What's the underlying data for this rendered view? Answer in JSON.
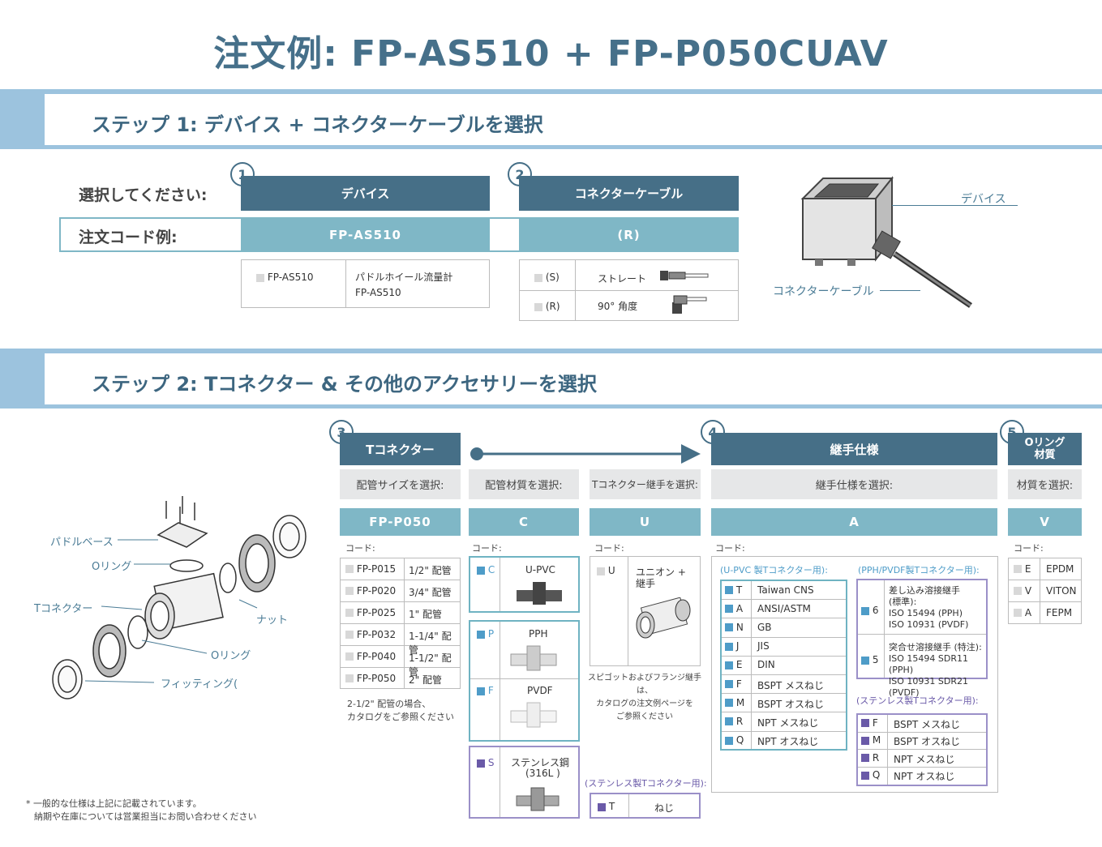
{
  "title": "注文例: FP-AS510 + FP-P050CUAV",
  "step1": {
    "heading": "ステップ 1: デバイス + コネクターケーブルを選択",
    "select_label": "選択してください:",
    "code_label": "注文コード例:",
    "col1": {
      "num": "1",
      "header": "デバイス",
      "code": "FP-AS510",
      "options": [
        {
          "code": "FP-AS510",
          "desc1": "パドルホイール流量計",
          "desc2": "FP-AS510"
        }
      ]
    },
    "col2": {
      "num": "2",
      "header": "コネクターケーブル",
      "code": "(R)",
      "options": [
        {
          "code": "(S)",
          "desc": "ストレート"
        },
        {
          "code": "(R)",
          "desc": "90° 角度"
        }
      ]
    },
    "image_labels": {
      "device": "デバイス",
      "cable": "コネクターケーブル"
    }
  },
  "step2": {
    "heading": "ステップ 2: Tコネクター & その他のアクセサリーを選択",
    "exploded_labels": {
      "paddle_base": "パドルベース",
      "oring1": "Oリング",
      "tconnector": "Tコネクター",
      "nut": "ナット",
      "oring2": "Oリング",
      "fitting": "フィッティング("
    },
    "footnote1": "* 一般的な仕様は上記に記載されています。",
    "footnote2": "納期や在庫については営業担当にお問い合わせください",
    "col3": {
      "num": "3",
      "header": "Tコネクター",
      "sub": "配管サイズを選択:",
      "code": "FP-P050",
      "code_label": "コード:",
      "rows": [
        {
          "c": "FP-P015",
          "d": "1/2\" 配管"
        },
        {
          "c": "FP-P020",
          "d": "3/4\" 配管"
        },
        {
          "c": "FP-P025",
          "d": "1\" 配管"
        },
        {
          "c": "FP-P032",
          "d": "1-1/4\" 配管"
        },
        {
          "c": "FP-P040",
          "d": "1-1/2\" 配管"
        },
        {
          "c": "FP-P050",
          "d": "2\" 配管"
        }
      ],
      "note1": "2-1/2\" 配管の場合、",
      "note2": "カタログをご参照ください"
    },
    "col_mat": {
      "sub": "配管材質を選択:",
      "code": "C",
      "code_label": "コード:",
      "rows": [
        {
          "c": "C",
          "d": "U-PVC"
        },
        {
          "c": "P",
          "d": "PPH"
        },
        {
          "c": "F",
          "d": "PVDF"
        },
        {
          "c": "S",
          "d1": "ステンレス鋼",
          "d2": "(316L )"
        }
      ]
    },
    "col_joint": {
      "sub": "Tコネクター継手を選択:",
      "code": "U",
      "code_label": "コード:",
      "row": {
        "c": "U",
        "d1": "ユニオン +",
        "d2": "継手"
      },
      "note1": "スピゴットおよびフランジ継手は、",
      "note2": "カタログの注文例ページを",
      "note3": "ご参照ください",
      "steel_title": "(ステンレス製Tコネクター用):",
      "steel_row": {
        "c": "T",
        "d": "ねじ"
      }
    },
    "col4": {
      "num": "4",
      "header": "継手仕様",
      "sub": "継手仕様を選択:",
      "code": "A",
      "code_label": "コード:",
      "upvc_title": "(U-PVC 製Tコネクター用):",
      "upvc_rows": [
        {
          "c": "T",
          "d": "Taiwan CNS"
        },
        {
          "c": "A",
          "d": "ANSI/ASTM"
        },
        {
          "c": "N",
          "d": "GB"
        },
        {
          "c": "J",
          "d": "JIS"
        },
        {
          "c": "E",
          "d": "DIN"
        },
        {
          "c": "F",
          "d": "BSPT メスねじ"
        },
        {
          "c": "M",
          "d": "BSPT オスねじ"
        },
        {
          "c": "R",
          "d": "NPT メスねじ"
        },
        {
          "c": "Q",
          "d": "NPT オスねじ"
        }
      ],
      "pph_title": "(PPH/PVDF製Tコネクター用):",
      "pph_rows": [
        {
          "c": "6",
          "d1": "差し込み溶接継手",
          "d2": "(標準):",
          "d3": "ISO 15494 (PPH)",
          "d4": "ISO 10931 (PVDF)"
        },
        {
          "c": "5",
          "d1": "突合せ溶接継手 (特注):",
          "d2": "ISO 15494 SDR11 (PPH)",
          "d3": "ISO 10931 SDR21 (PVDF)"
        }
      ],
      "steel_title": "(ステンレス製Tコネクター用):",
      "steel_rows": [
        {
          "c": "F",
          "d": "BSPT メスねじ"
        },
        {
          "c": "M",
          "d": "BSPT オスねじ"
        },
        {
          "c": "R",
          "d": "NPT メスねじ"
        },
        {
          "c": "Q",
          "d": "NPT オスねじ"
        }
      ]
    },
    "col5": {
      "num": "5",
      "header1": "Oリング",
      "header2": "材質",
      "sub": "材質を選択:",
      "code": "V",
      "code_label": "コード:",
      "rows": [
        {
          "c": "E",
          "d": "EPDM"
        },
        {
          "c": "V",
          "d": "VITON"
        },
        {
          "c": "A",
          "d": "FEPM"
        }
      ]
    }
  }
}
